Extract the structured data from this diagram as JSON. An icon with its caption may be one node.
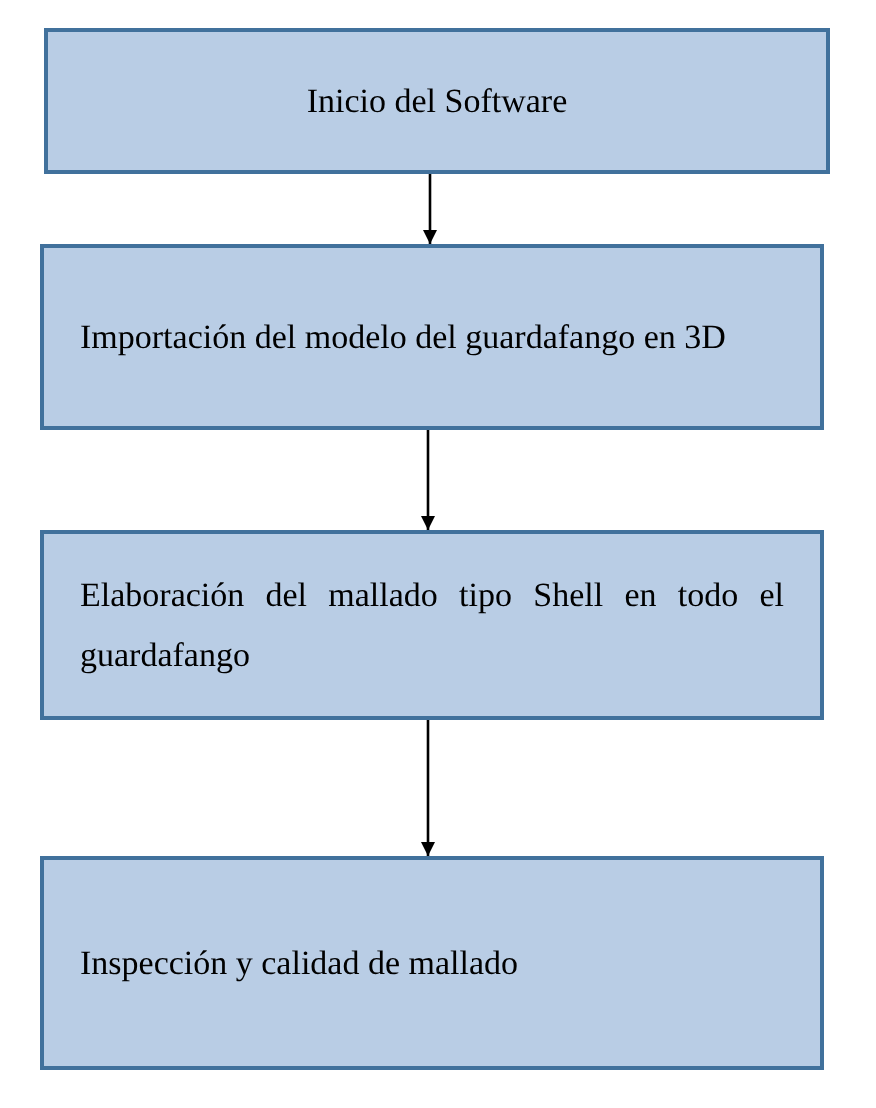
{
  "diagram": {
    "nodes": [
      {
        "text": [
          "Inicio del Software"
        ]
      },
      {
        "text": [
          "Importación del modelo del guardafango en 3D"
        ]
      },
      {
        "text": [
          "Elaboración del mallado tipo Shell en todo el guardafango"
        ]
      },
      {
        "text": [
          "Inspección y calidad de mallado"
        ]
      }
    ],
    "edges": [
      {
        "from": 0,
        "to": 1,
        "arrow": "to"
      },
      {
        "from": 1,
        "to": 2,
        "arrow": "to"
      },
      {
        "from": 2,
        "to": 3,
        "arrow": "to"
      }
    ]
  }
}
